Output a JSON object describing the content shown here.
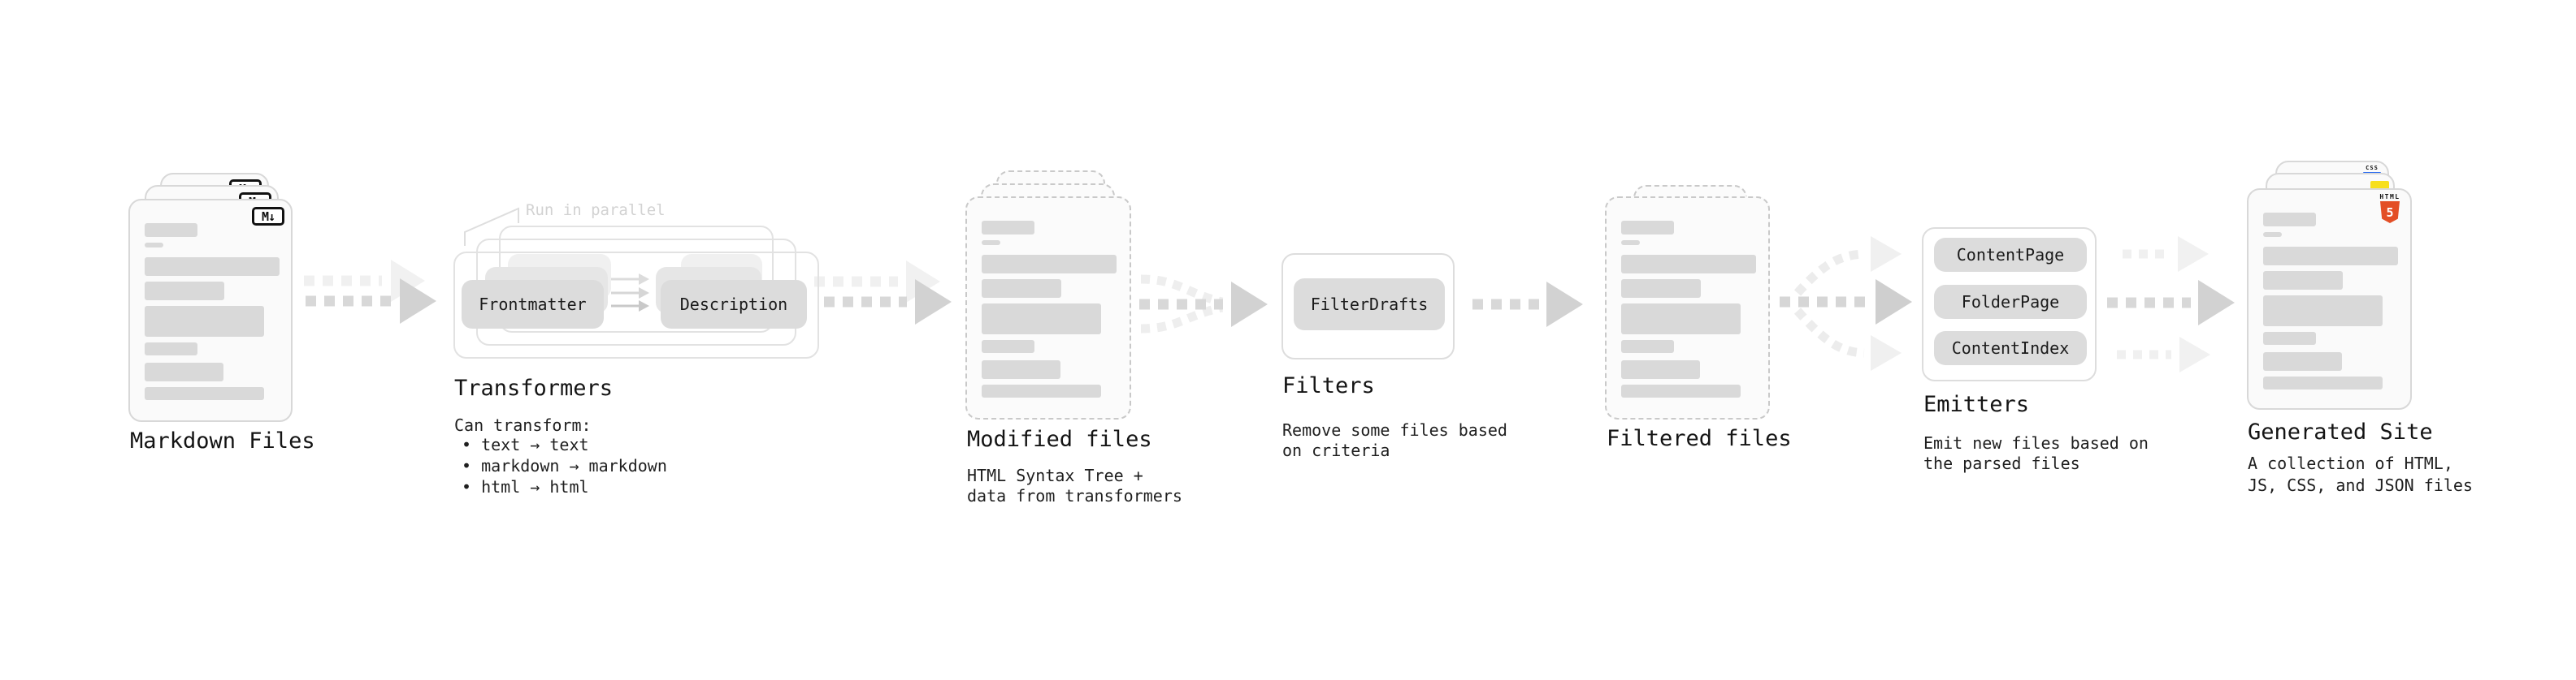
{
  "sections": {
    "markdown_files": {
      "label": "Markdown Files",
      "badge": "M↓"
    },
    "transformers": {
      "annotation": "Run in parallel",
      "node_from": "Frontmatter",
      "node_to": "Description",
      "label": "Transformers",
      "description_lines": [
        "Can transform:",
        "• text → text",
        "• markdown → markdown",
        "• html → html"
      ]
    },
    "modified_files": {
      "label": "Modified files",
      "description_lines": [
        "HTML Syntax Tree +",
        "data from transformers"
      ]
    },
    "filters": {
      "node": "FilterDrafts",
      "label": "Filters",
      "description_lines": [
        "Remove some files based",
        "on criteria"
      ]
    },
    "filtered_files": {
      "label": "Filtered files"
    },
    "emitters": {
      "nodes": [
        "ContentPage",
        "FolderPage",
        "ContentIndex"
      ],
      "label": "Emitters",
      "description_lines": [
        "Emit new files based on",
        "the parsed files"
      ]
    },
    "generated_site": {
      "label": "Generated Site",
      "badge_css": "CSS",
      "badge_html_word": "HTML",
      "badge_html_number": "5",
      "description_lines": [
        "A collection of HTML,",
        "JS, CSS, and JSON files"
      ]
    }
  },
  "colors": {
    "background": "#ffffff",
    "skeleton_bar": "#d9d9d9",
    "card_fill": "#fafafa",
    "card_border": "#d8d8d8",
    "node_fill": "#dcdcdc",
    "frame_border": "#e2e2e2",
    "arrow_main": "#d8d8d8",
    "arrow_light": "#f0f0f0",
    "annotation_gray": "#d2d2d2",
    "text": "#1a1a1a",
    "html5_orange": "#e34f26",
    "js_yellow": "#f7df1e",
    "css_blue": "#2b6cf0"
  }
}
